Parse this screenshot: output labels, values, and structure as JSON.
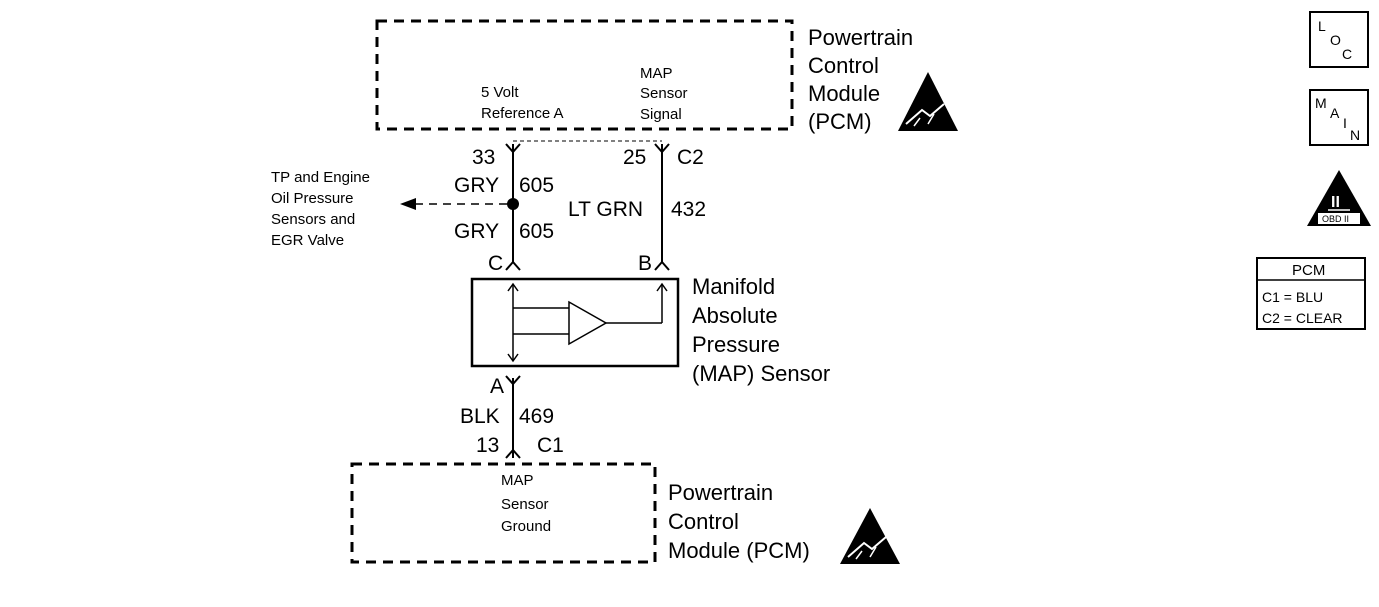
{
  "pcm_top": {
    "title": [
      "Powertrain",
      "Control",
      "Module",
      "(PCM)"
    ],
    "pin_5v_label": [
      "5 Volt",
      "Reference A"
    ],
    "pin_map_label": [
      "MAP",
      "Sensor",
      "Signal"
    ],
    "pin_33": "33",
    "pin_25": "25",
    "connector_c2": "C2"
  },
  "wires": {
    "wire1_color": "GRY",
    "wire1_circuit": "605",
    "wire2_color": "GRY",
    "wire2_circuit": "605",
    "wire3_color": "LT GRN",
    "wire3_circuit": "432",
    "wire4_color": "BLK",
    "wire4_circuit": "469"
  },
  "splice_destination": [
    "TP and Engine",
    "Oil Pressure",
    "Sensors and",
    "EGR Valve"
  ],
  "sensor": {
    "pin_c": "C",
    "pin_b": "B",
    "pin_a": "A",
    "name": [
      "Manifold",
      "Absolute",
      "Pressure",
      "(MAP) Sensor"
    ]
  },
  "pcm_bottom": {
    "pin_13": "13",
    "connector_c1": "C1",
    "ground_label": [
      "MAP",
      "Sensor",
      "Ground"
    ],
    "title": [
      "Powertrain",
      "Control",
      "Module (PCM)"
    ]
  },
  "legend": {
    "loc_icon": [
      "L",
      "O",
      "C"
    ],
    "main_icon": [
      "M",
      "A",
      "I",
      "N"
    ],
    "obd_numeral": "II",
    "obd_label": "OBD II",
    "pcm_table_title": "PCM",
    "pcm_c1": "C1 = BLU",
    "pcm_c2": "C2 = CLEAR"
  }
}
